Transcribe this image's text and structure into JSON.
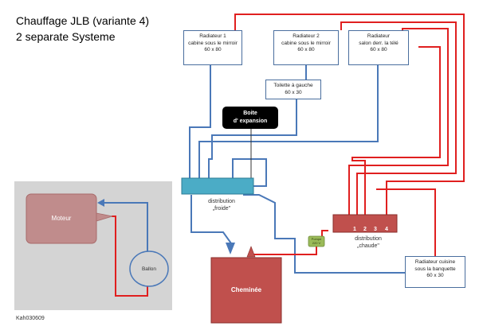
{
  "title": {
    "line1": "Chauffage JLB (variante 4)",
    "line2": "2 separate Systeme"
  },
  "radiators": {
    "r1": {
      "line1": "Radiateur 1",
      "line2": "cabine sous le mirroir",
      "line3": "60 x 80"
    },
    "r2": {
      "line1": "Radiateur 2",
      "line2": "cabine sous le mirroir",
      "line3": "60 x 80"
    },
    "r3": {
      "line1": "Radiateur",
      "line2": "salon derr. la télé",
      "line3": "60 x 80"
    },
    "toilette": {
      "line1": "Toilette à gauche",
      "line2": "60 x 30"
    },
    "cuisine": {
      "line1": "Radiateur cuisine",
      "line2": "sous la banquette",
      "line3": "60 x 30"
    }
  },
  "expansion": {
    "line1": "Boite",
    "line2": "d' expansion"
  },
  "distribution_froide": {
    "line1": "distribution",
    "line2": "„froide\""
  },
  "distribution_chaude": {
    "line1": "distribution",
    "line2": "„chaude\"",
    "ports": [
      "1",
      "2",
      "3",
      "4"
    ]
  },
  "pompe": {
    "line1": "Pompe",
    "line2": "220 V"
  },
  "cheminee": {
    "label": "Cheminée"
  },
  "moteur": {
    "label": "Moteur"
  },
  "ballon": {
    "label": "Ballon"
  },
  "footer": {
    "code": "Kah030609"
  },
  "colors": {
    "cold_pipe": "#4a78b8",
    "hot_pipe": "#e01f1f",
    "distribution_froide": "#4bacc6",
    "distribution_chaude": "#c0504d",
    "cheminee": "#c0504d",
    "pompe": "#9bbb59",
    "engine_panel": "#d4d4d4",
    "moteur": "#c08c8c"
  }
}
